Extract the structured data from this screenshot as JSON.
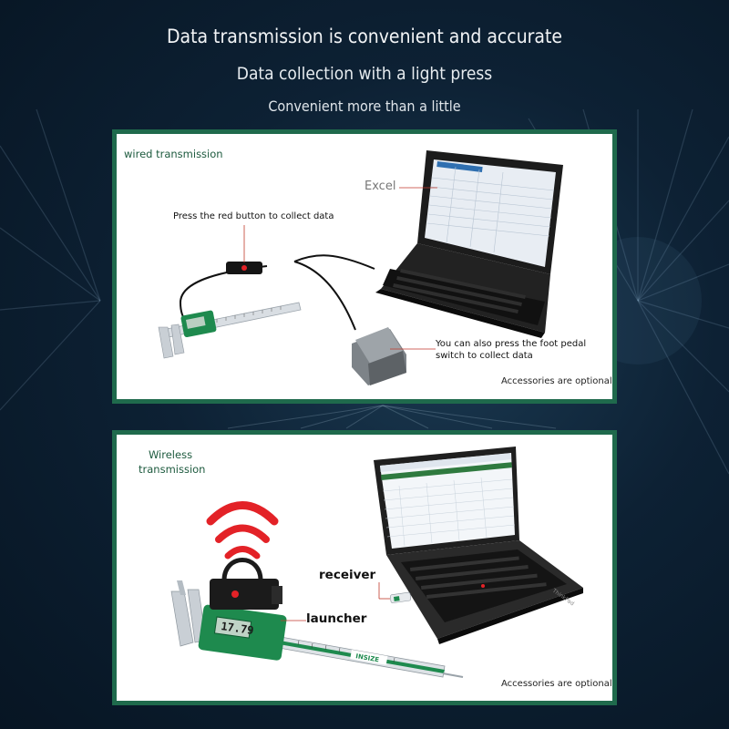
{
  "header": {
    "title": "Data transmission is convenient and accurate",
    "subtitle": "Data collection with a light press",
    "tagline": "Convenient more than a little"
  },
  "wired_panel": {
    "tag": "wired transmission",
    "excel_label": "Excel",
    "red_button_caption": "Press the red button to collect data",
    "foot_pedal_caption": "You can also press the foot pedal switch to collect data",
    "optional_note": "Accessories are optional"
  },
  "wireless_panel": {
    "tag": "Wireless transmission",
    "receiver_label": "receiver",
    "launcher_label": "launcher",
    "caliper_reading": "17.79",
    "brand": "INSIZE",
    "laptop_brand": "ThinkPad",
    "optional_note": "Accessories are optional"
  },
  "colors": {
    "panel_border": "#1f6a4c",
    "caliper_green": "#1e8a4e",
    "wireless_red": "#e32227",
    "background": "#0d2134"
  }
}
